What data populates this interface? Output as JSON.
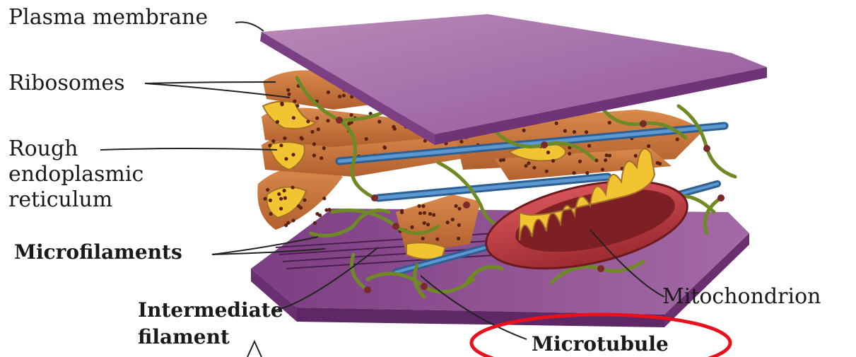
{
  "labels": {
    "plasma_membrane": "Plasma membrane",
    "ribosomes": "Ribosomes",
    "rough_er": [
      "Rough",
      "endoplasmic",
      "reticulum"
    ],
    "microfilaments": "Microfilaments",
    "intermediate_filament": [
      "Intermediate",
      "filament"
    ],
    "mitochondrion": "Mitochondrion",
    "microtubule": "Microtubule"
  },
  "highlight": {
    "target": "Microtubule",
    "color": "#e8101a"
  },
  "colors": {
    "membrane": "#a46aa6",
    "membrane_dark": "#7b3f83",
    "er": "#c9743c",
    "ribosome": "#5a2210",
    "filament": "#8fa93a",
    "microtubule": "#3c78b4",
    "mitochondrion": "#c23b3f",
    "cristae": "#f2c431"
  }
}
